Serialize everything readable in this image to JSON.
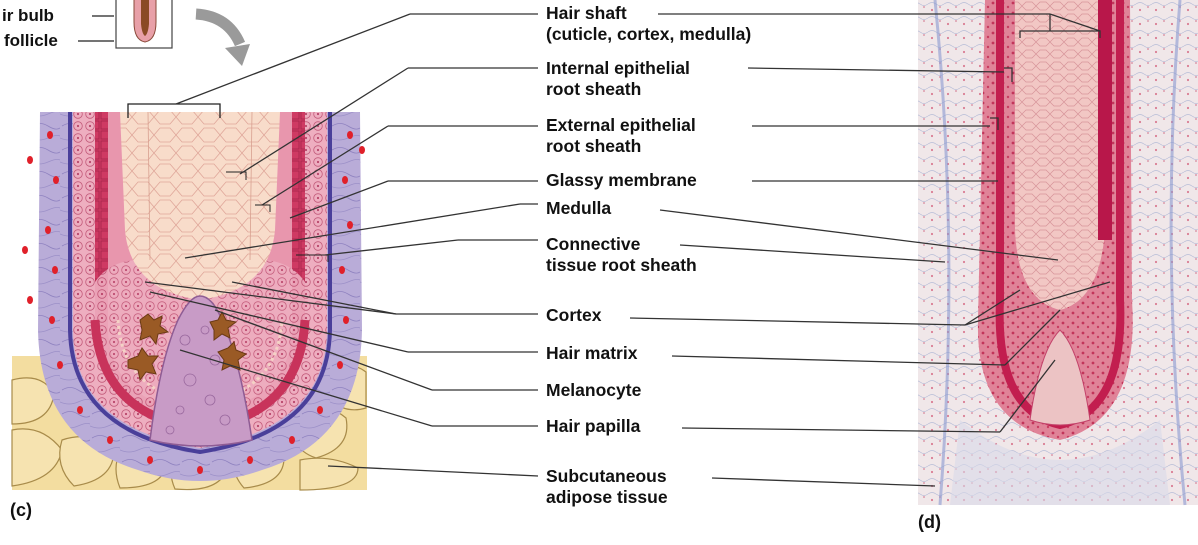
{
  "top_labels": {
    "bulb": "ir bulb",
    "follicle": "follicle"
  },
  "labels": [
    {
      "id": "hair-shaft",
      "line1": "Hair shaft",
      "line2": "(cuticle, cortex, medulla)"
    },
    {
      "id": "internal-root-sheath",
      "line1": "Internal epithelial",
      "line2": "root sheath"
    },
    {
      "id": "external-root-sheath",
      "line1": "External epithelial",
      "line2": "root sheath"
    },
    {
      "id": "glassy-membrane",
      "line1": "Glassy membrane",
      "line2": ""
    },
    {
      "id": "medulla",
      "line1": "Medulla",
      "line2": ""
    },
    {
      "id": "connective-tissue-root-sheath",
      "line1": "Connective",
      "line2": "tissue root sheath"
    },
    {
      "id": "cortex",
      "line1": "Cortex",
      "line2": ""
    },
    {
      "id": "hair-matrix",
      "line1": "Hair matrix",
      "line2": ""
    },
    {
      "id": "melanocyte",
      "line1": "Melanocyte",
      "line2": ""
    },
    {
      "id": "hair-papilla",
      "line1": "Hair papilla",
      "line2": ""
    },
    {
      "id": "subcutaneous-adipose-tissue",
      "line1": "Subcutaneous",
      "line2": "adipose tissue"
    }
  ],
  "panels": {
    "c": "(c)",
    "d": "(d)"
  },
  "colors": {
    "connective_sheath": "#b7a9d6",
    "external_sheath": "#e7a9bd",
    "internal_sheath": "#c8335b",
    "glassy_membrane": "#4a3f9a",
    "hair_core": "#f7d9c6",
    "adipose": "#f3dda0",
    "melanocyte": "#9a5a25",
    "papilla": "#c89bc6",
    "blood_dots": "#e0202a",
    "micro_bg": "#efe6e8",
    "micro_stain": "#c8305a"
  }
}
